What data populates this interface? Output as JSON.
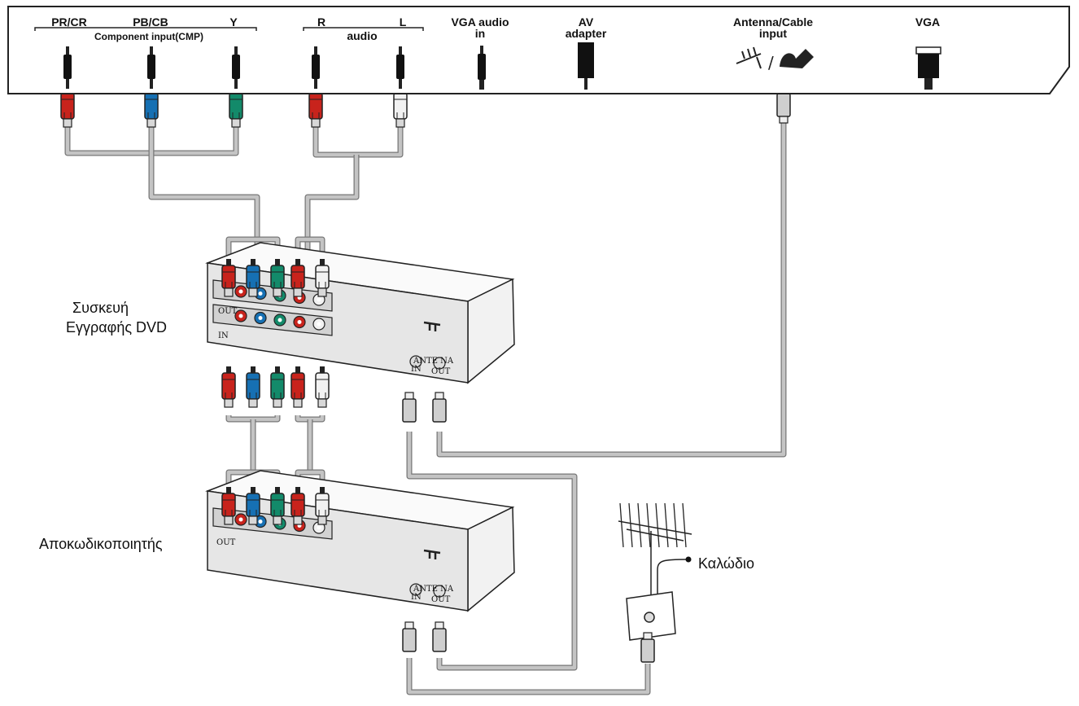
{
  "tv_panel": {
    "ports": {
      "pr": "PR/CR",
      "pb": "PB/CB",
      "y": "Y",
      "component_caption": "Component input(CMP)",
      "audio_r": "R",
      "audio_l": "L",
      "audio_caption": "audio",
      "vga_audio_line1": "VGA audio",
      "vga_audio_line2": "in",
      "av_line1": "AV",
      "av_line2": "adapter",
      "antenna_line1": "Antenna/Cable",
      "antenna_line2": "input",
      "vga": "VGA"
    }
  },
  "devices": {
    "dvd_recorder": {
      "line1": "Συσκευή",
      "line2": "Εγγραφής DVD"
    },
    "decoder": {
      "label": "Αποκωδικοποιητής"
    },
    "cable": {
      "label": "Καλώδιο"
    }
  },
  "box_labels": {
    "out": "OUT",
    "in": "IN",
    "antenna": "ANTE NA",
    "ant_in": "IN",
    "ant_out": "OUT"
  },
  "colors": {
    "red": "#c8231c",
    "blue": "#1670b3",
    "green": "#138a6a",
    "white": "#f2f2f2",
    "cable_gray": "#c4c4c4"
  }
}
